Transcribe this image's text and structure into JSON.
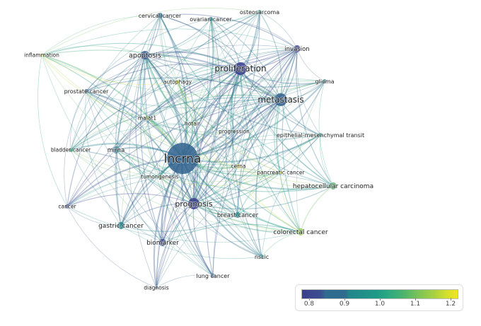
{
  "nodes": [
    {
      "id": "lncrna",
      "label": "lncrna",
      "score": 0.88
    },
    {
      "id": "proliferation",
      "label": "proliferation",
      "score": 0.8
    },
    {
      "id": "metastasis",
      "label": "metastasis",
      "score": 0.87
    },
    {
      "id": "prognosis",
      "label": "prognosis",
      "score": 0.8
    },
    {
      "id": "apoptosis",
      "label": "apoptosis",
      "score": 0.86
    },
    {
      "id": "invasion",
      "label": "invasion",
      "score": 0.78
    },
    {
      "id": "cervical-cancer",
      "label": "cervical cancer",
      "score": 0.9
    },
    {
      "id": "ovarian-cancer",
      "label": "ovarian cancer",
      "score": 0.95
    },
    {
      "id": "osteosarcoma",
      "label": "osteosarcoma",
      "score": 0.98
    },
    {
      "id": "inflammation",
      "label": "inflammation",
      "score": 1.2
    },
    {
      "id": "autophagy",
      "label": "autophagy",
      "score": 1.2
    },
    {
      "id": "prostate-cancer",
      "label": "prostate cancer",
      "score": 0.88
    },
    {
      "id": "glioma",
      "label": "glioma",
      "score": 0.96
    },
    {
      "id": "malat1",
      "label": "malat1",
      "score": 1.12
    },
    {
      "id": "hotair",
      "label": "hotair",
      "score": 1.1
    },
    {
      "id": "progression",
      "label": "progression",
      "score": 0.98
    },
    {
      "id": "emt",
      "label": "epithelial-mesenchymal transit",
      "score": 0.97
    },
    {
      "id": "bladder-cancer",
      "label": "bladder cancer",
      "score": 1.02
    },
    {
      "id": "mirna",
      "label": "mirna",
      "score": 0.93
    },
    {
      "id": "tumorigenesis",
      "label": "tumorigenesis",
      "score": 1.1
    },
    {
      "id": "cerna",
      "label": "cerna",
      "score": 1.2
    },
    {
      "id": "pancreatic-cancer",
      "label": "pancreatic cancer",
      "score": 1.18
    },
    {
      "id": "hcc",
      "label": "hepatocellular carcinoma",
      "score": 1.05
    },
    {
      "id": "cancer",
      "label": "cancer",
      "score": 0.8
    },
    {
      "id": "gastric-cancer",
      "label": "gastric cancer",
      "score": 0.95
    },
    {
      "id": "breast-cancer",
      "label": "breast cancer",
      "score": 0.96
    },
    {
      "id": "colorectal-cancer",
      "label": "colorectal cancer",
      "score": 1.12
    },
    {
      "id": "biomarker",
      "label": "biomarker",
      "score": 0.82
    },
    {
      "id": "nscic",
      "label": "nscic",
      "score": 0.98
    },
    {
      "id": "lung-cancer",
      "label": "lung cancer",
      "score": 0.87
    },
    {
      "id": "diagnosis",
      "label": "diagnosis",
      "score": 0.86
    }
  ],
  "legend": {
    "min": 0.8,
    "max": 1.2,
    "ticks": [
      "0.8",
      "0.9",
      "1.0",
      "1.1",
      "1.2"
    ]
  }
}
